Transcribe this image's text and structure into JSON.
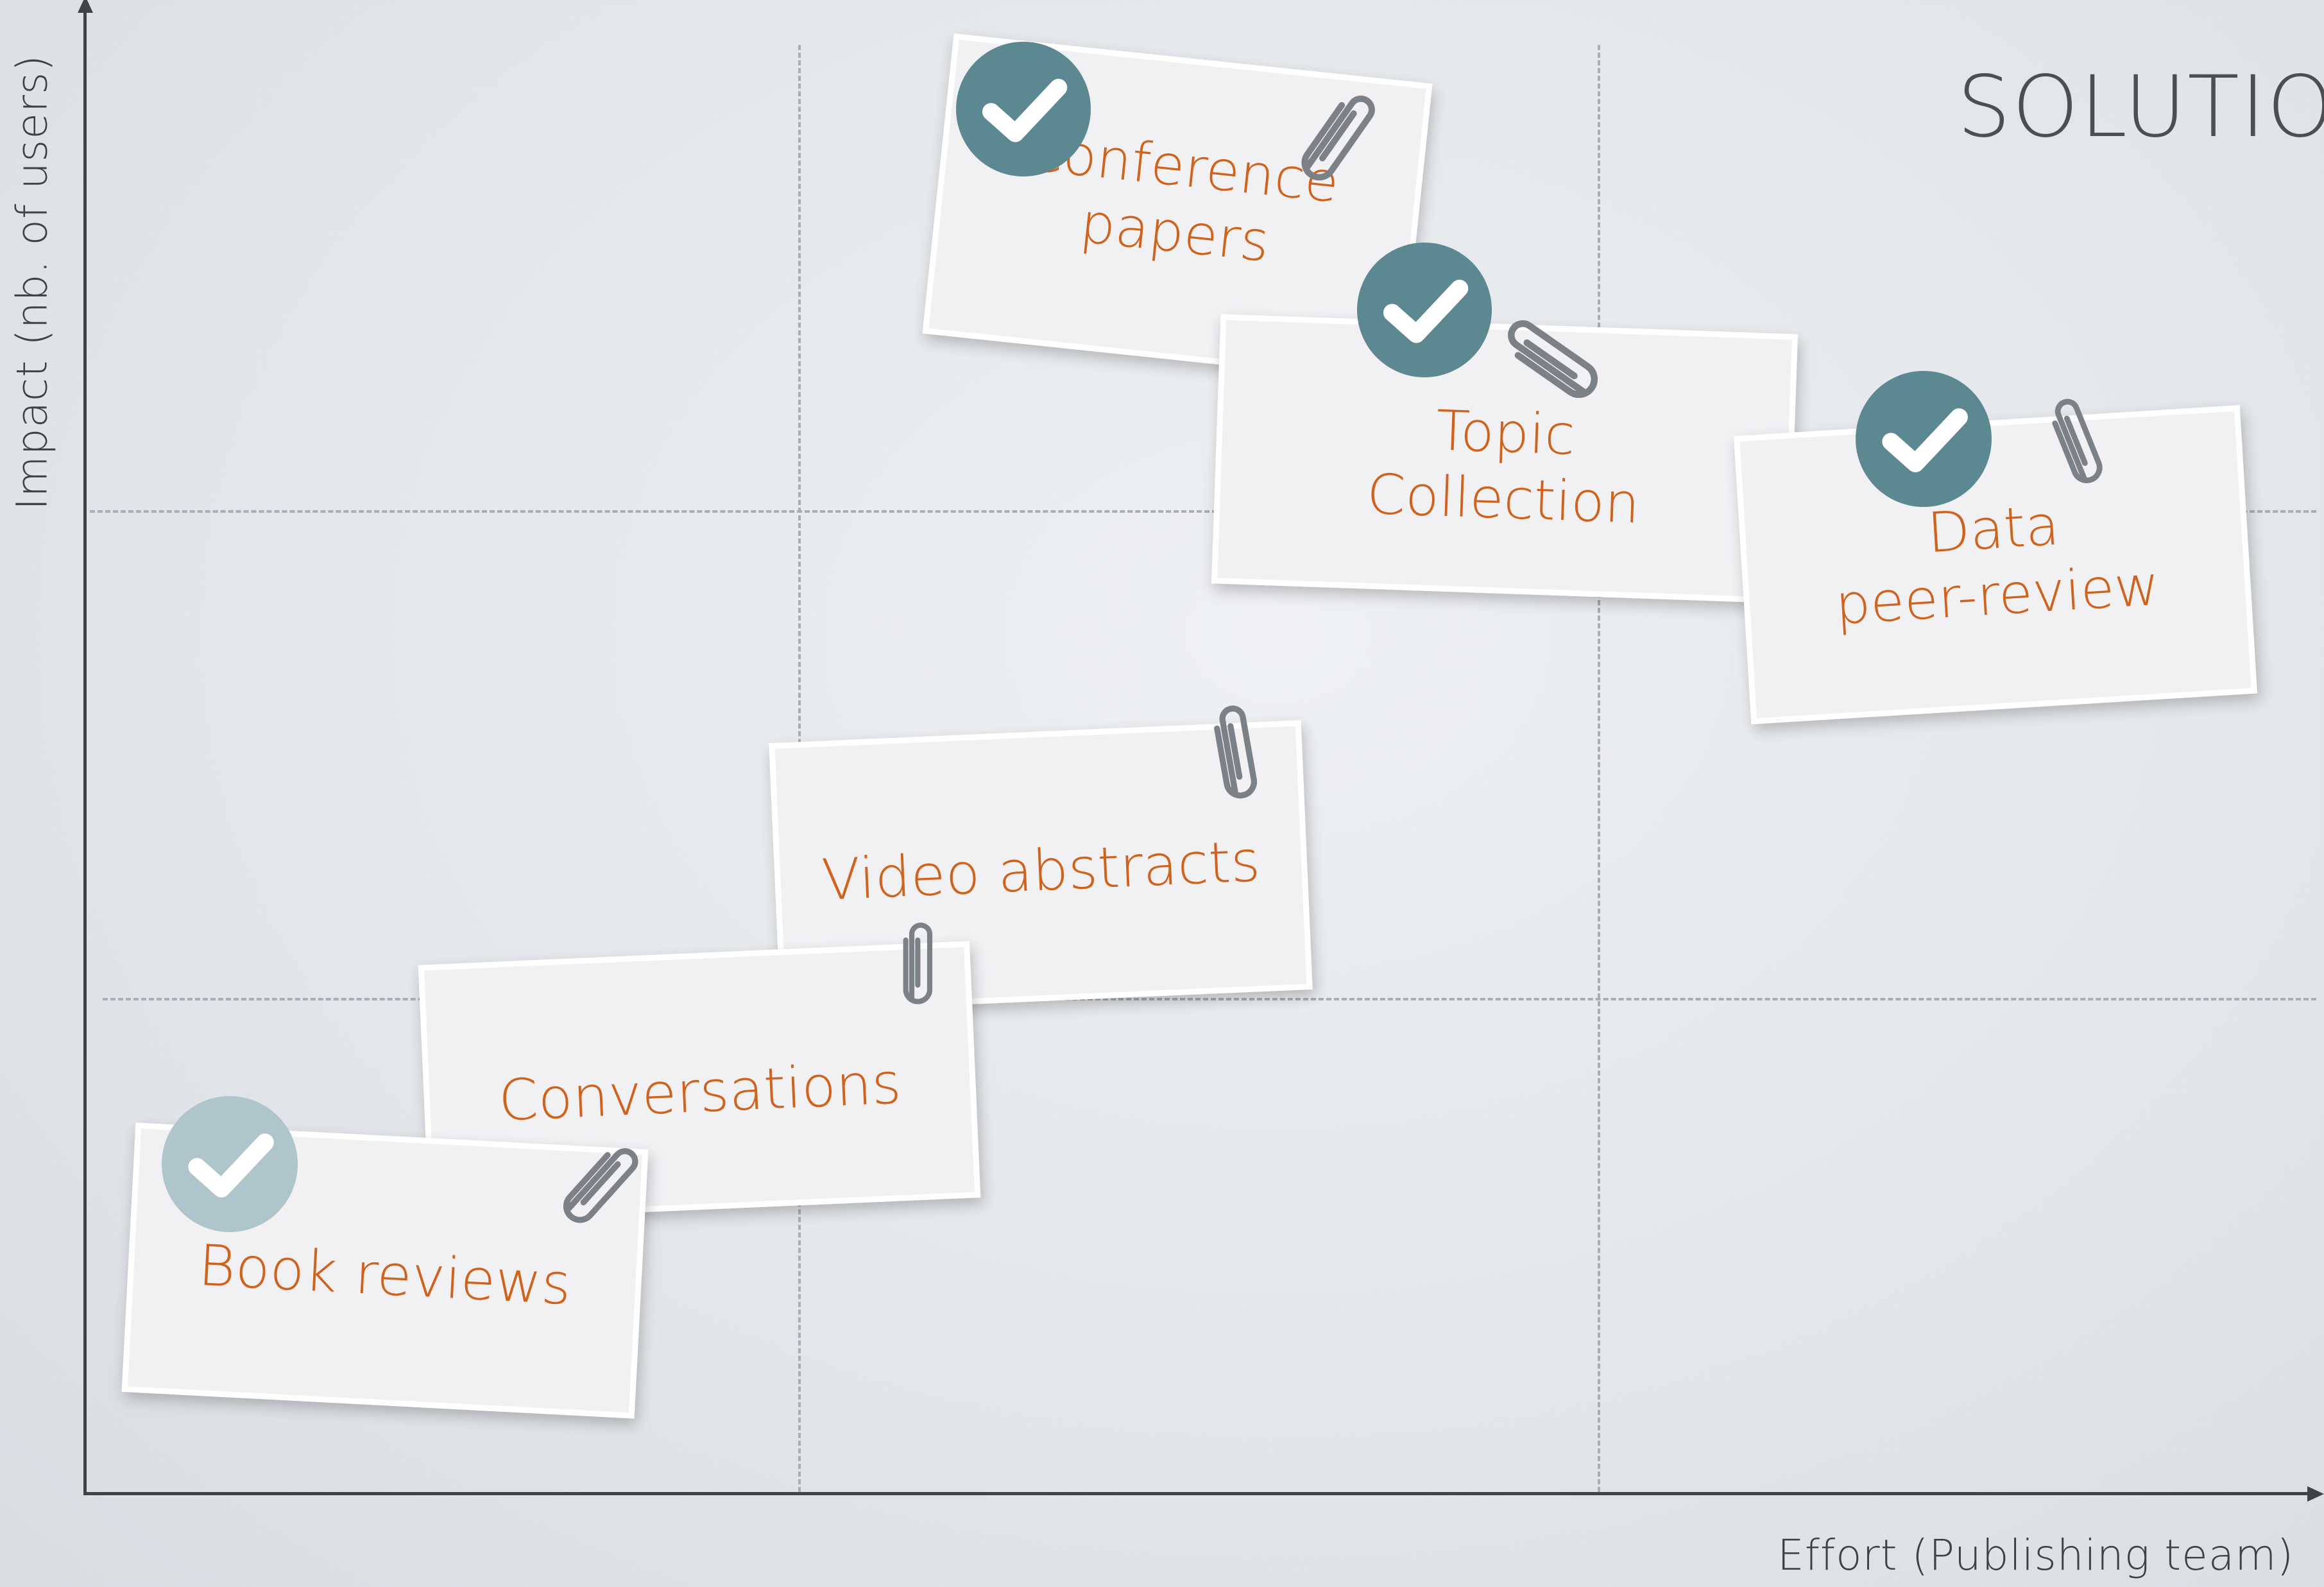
{
  "title": "SOLUTIO",
  "axes": {
    "y_label": "Impact (nb. of users)",
    "x_label": "Effort (Publishing team)"
  },
  "cards": [
    {
      "id": "conference-papers",
      "lines": [
        "Conference",
        "papers"
      ],
      "checked": true
    },
    {
      "id": "topic-collection",
      "lines": [
        "Topic",
        "Collection"
      ],
      "checked": true
    },
    {
      "id": "data-peer-review",
      "lines": [
        "Data",
        "peer-review"
      ],
      "checked": true
    },
    {
      "id": "video-abstracts",
      "lines": [
        "Video abstracts"
      ],
      "checked": false
    },
    {
      "id": "conversations",
      "lines": [
        "Conversations"
      ],
      "checked": false
    },
    {
      "id": "book-reviews",
      "lines": [
        "Book reviews"
      ],
      "checked": true
    }
  ],
  "colors": {
    "card_text": "#d0621c",
    "check_badge": "#5b8891",
    "check_badge_faded": "#aec5cb",
    "axis": "#3f4347",
    "grid": "#a9aeb4"
  },
  "icons": [
    "check-icon",
    "paperclip-icon"
  ]
}
